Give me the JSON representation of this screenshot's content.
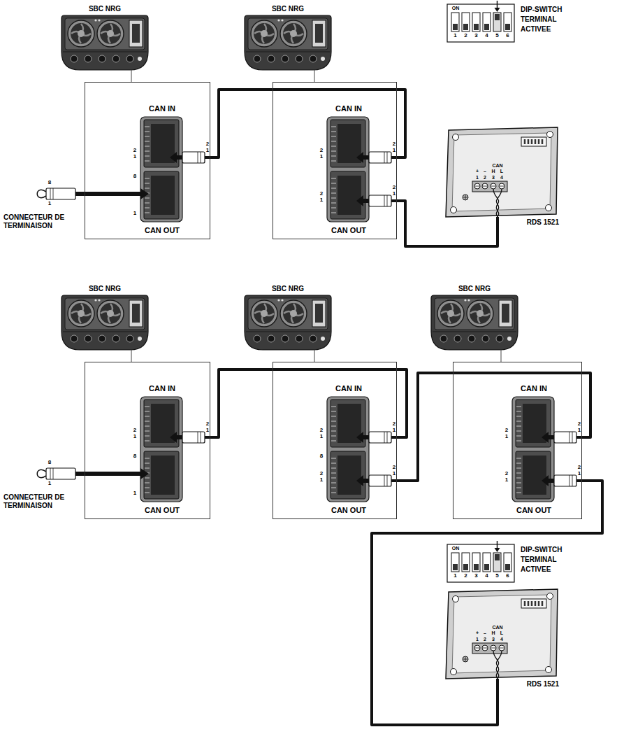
{
  "diagram": {
    "nodes": [
      {
        "text": [
          "SBC NRG"
        ]
      },
      {
        "text": [
          "CAN IN",
          "CAN OUT"
        ]
      },
      {
        "text": [
          "SBC NRG"
        ]
      },
      {
        "text": [
          "CAN IN",
          "CAN OUT"
        ]
      },
      {
        "text": [
          "DIP-SWITCH TERMINAL ACTIVEE"
        ]
      },
      {
        "text": [
          "RDS 1521"
        ]
      },
      {
        "text": [
          "SBC NRG"
        ]
      },
      {
        "text": [
          "CAN IN",
          "CAN OUT"
        ]
      },
      {
        "text": [
          "SBC NRG"
        ]
      },
      {
        "text": [
          "CAN IN",
          "CAN OUT"
        ]
      },
      {
        "text": [
          "SBC NRG"
        ]
      },
      {
        "text": [
          "CAN IN",
          "CAN OUT"
        ]
      },
      {
        "text": [
          "DIP-SWITCH TERMINAL ACTIVEE"
        ]
      },
      {
        "text": [
          "RDS 1521"
        ]
      }
    ],
    "edges": [
      {
        "from": 0,
        "to": 1,
        "arrow": "none"
      },
      {
        "from": 1,
        "to": 3,
        "arrow": "both"
      },
      {
        "from": 2,
        "to": 3,
        "arrow": "none"
      },
      {
        "from": 5,
        "to": 3,
        "arrow": "to"
      },
      {
        "from": 6,
        "to": 7,
        "arrow": "none"
      },
      {
        "from": 8,
        "to": 9,
        "arrow": "none"
      },
      {
        "from": 10,
        "to": 11,
        "arrow": "none"
      },
      {
        "from": 7,
        "to": 9,
        "arrow": "both"
      },
      {
        "from": 9,
        "to": 11,
        "arrow": "both"
      },
      {
        "from": 13,
        "to": 11,
        "arrow": "to"
      }
    ],
    "labels": [
      "2",
      "1",
      "2",
      "1",
      "8",
      "1",
      "8",
      "1",
      "CONNECTEUR DE TERMINAISON",
      "2",
      "1",
      "2",
      "1",
      "2",
      "1",
      "2",
      "1",
      "ON",
      "1",
      "2",
      "3",
      "4",
      "5",
      "6",
      "+",
      "–",
      "CAN",
      "H",
      "L",
      "1",
      "2",
      "3",
      "4",
      "2",
      "1",
      "2",
      "1",
      "8",
      "1",
      "8",
      "1",
      "CONNECTEUR DE TERMINAISON",
      "2",
      "1",
      "2",
      "1",
      "8",
      "2",
      "1",
      "2",
      "1",
      "2",
      "1",
      "2",
      "1",
      "2",
      "1",
      "2",
      "1",
      "ON",
      "1",
      "2",
      "3",
      "4",
      "5",
      "6",
      "+",
      "–",
      "CAN",
      "H",
      "L",
      "1",
      "2",
      "3",
      "4"
    ]
  }
}
